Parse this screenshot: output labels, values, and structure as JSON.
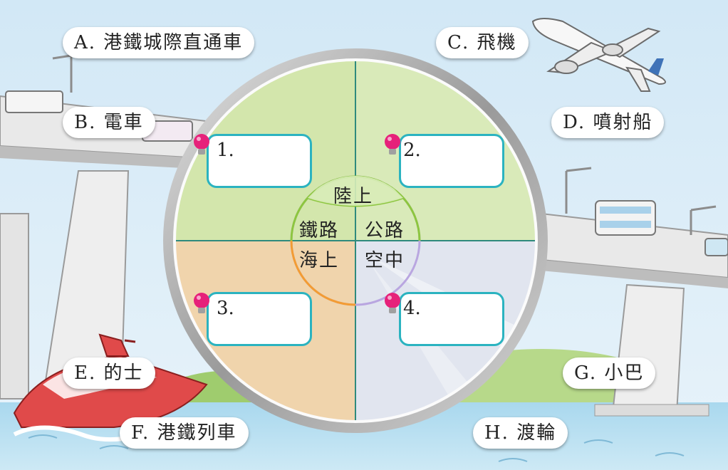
{
  "colors": {
    "sky": "#d6eaf6",
    "land_quadrant": "#cfe3a6",
    "sea_quadrant": "#f1cf9e",
    "air_quadrant": "#dde3ef",
    "answer_border": "#2bb3c0",
    "bulb": "#e6217a",
    "ring_green": "#8dc63f",
    "ring_orange": "#f39c33",
    "ring_purple": "#b9a6e0"
  },
  "categories": {
    "land": "陸上",
    "rail": "鐵路",
    "road": "公路",
    "sea": "海上",
    "air": "空中"
  },
  "options": {
    "a": "A. 港鐵城際直通車",
    "b": "B. 電車",
    "c": "C. 飛機",
    "d": "D. 噴射船",
    "e": "E. 的士",
    "f": "F. 港鐵列車",
    "g": "G. 小巴",
    "h": "H. 渡輪"
  },
  "answers": {
    "n1": "1.",
    "n2": "2.",
    "n3": "3.",
    "n4": "4."
  },
  "icons": {
    "hint": "lightbulb-icon"
  }
}
